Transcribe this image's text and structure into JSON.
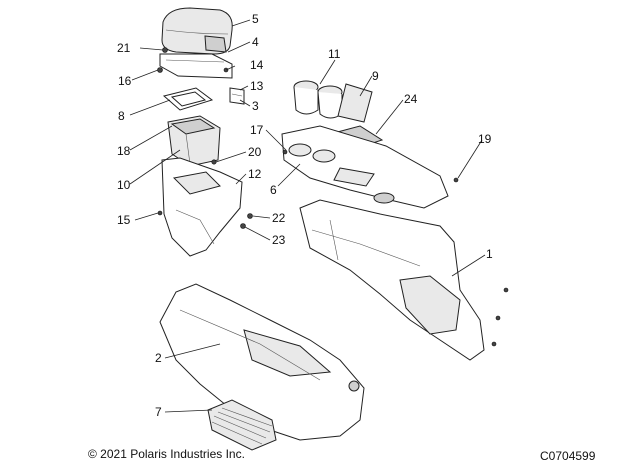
{
  "callouts": {
    "c1": "1",
    "c2": "2",
    "c3": "3",
    "c4": "4",
    "c5": "5",
    "c6": "6",
    "c7": "7",
    "c8": "8",
    "c9": "9",
    "c10": "10",
    "c11": "11",
    "c12": "12",
    "c13": "13",
    "c14": "14",
    "c15": "15",
    "c16": "16",
    "c17": "17",
    "c18": "18",
    "c19": "19",
    "c20": "20",
    "c21": "21",
    "c22": "22",
    "c23": "23",
    "c24": "24"
  },
  "footer": {
    "copyright": "© 2021 Polaris Industries Inc.",
    "diagram_code": "C0704599"
  }
}
